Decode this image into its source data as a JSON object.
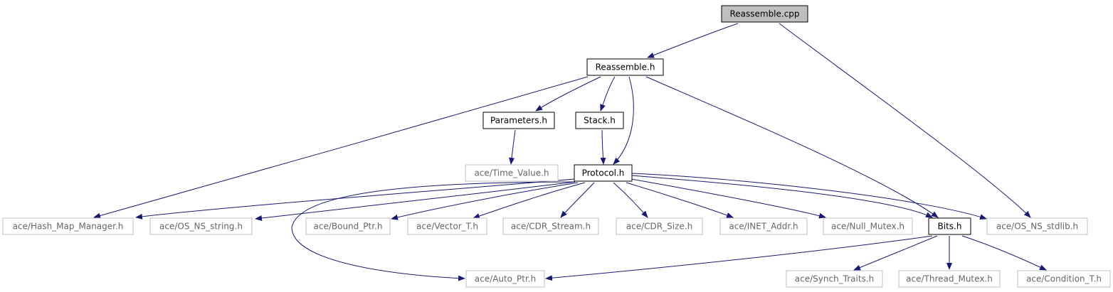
{
  "colors": {
    "edge": "#191970",
    "arrow": "#191970",
    "root_fill": "#bfbfbf",
    "project_border": "#000000",
    "system_border": "#bfbfbf",
    "system_text": "#666666",
    "project_text": "#000000"
  },
  "nodes": [
    {
      "id": "reassemble_cpp",
      "label": "Reassemble.cpp",
      "kind": "root"
    },
    {
      "id": "reassemble_h",
      "label": "Reassemble.h",
      "kind": "project"
    },
    {
      "id": "parameters_h",
      "label": "Parameters.h",
      "kind": "project"
    },
    {
      "id": "stack_h",
      "label": "Stack.h",
      "kind": "project"
    },
    {
      "id": "time_value_h",
      "label": "ace/Time_Value.h",
      "kind": "system"
    },
    {
      "id": "protocol_h",
      "label": "Protocol.h",
      "kind": "project"
    },
    {
      "id": "hash_map_manager_h",
      "label": "ace/Hash_Map_Manager.h",
      "kind": "system"
    },
    {
      "id": "os_ns_string_h",
      "label": "ace/OS_NS_string.h",
      "kind": "system"
    },
    {
      "id": "bound_ptr_h",
      "label": "ace/Bound_Ptr.h",
      "kind": "system"
    },
    {
      "id": "vector_t_h",
      "label": "ace/Vector_T.h",
      "kind": "system"
    },
    {
      "id": "cdr_stream_h",
      "label": "ace/CDR_Stream.h",
      "kind": "system"
    },
    {
      "id": "cdr_size_h",
      "label": "ace/CDR_Size.h",
      "kind": "system"
    },
    {
      "id": "inet_addr_h",
      "label": "ace/INET_Addr.h",
      "kind": "system"
    },
    {
      "id": "null_mutex_h",
      "label": "ace/Null_Mutex.h",
      "kind": "system"
    },
    {
      "id": "bits_h",
      "label": "Bits.h",
      "kind": "project"
    },
    {
      "id": "os_ns_stdlib_h",
      "label": "ace/OS_NS_stdlib.h",
      "kind": "system"
    },
    {
      "id": "auto_ptr_h",
      "label": "ace/Auto_Ptr.h",
      "kind": "system"
    },
    {
      "id": "synch_traits_h",
      "label": "ace/Synch_Traits.h",
      "kind": "system"
    },
    {
      "id": "thread_mutex_h",
      "label": "ace/Thread_Mutex.h",
      "kind": "system"
    },
    {
      "id": "condition_t_h",
      "label": "ace/Condition_T.h",
      "kind": "system"
    }
  ],
  "edges": [
    {
      "from": "reassemble_cpp",
      "to": "reassemble_h"
    },
    {
      "from": "reassemble_cpp",
      "to": "os_ns_stdlib_h"
    },
    {
      "from": "reassemble_h",
      "to": "parameters_h"
    },
    {
      "from": "reassemble_h",
      "to": "stack_h"
    },
    {
      "from": "reassemble_h",
      "to": "protocol_h"
    },
    {
      "from": "reassemble_h",
      "to": "hash_map_manager_h"
    },
    {
      "from": "reassemble_h",
      "to": "bits_h"
    },
    {
      "from": "parameters_h",
      "to": "time_value_h"
    },
    {
      "from": "stack_h",
      "to": "protocol_h"
    },
    {
      "from": "protocol_h",
      "to": "hash_map_manager_h"
    },
    {
      "from": "protocol_h",
      "to": "os_ns_string_h"
    },
    {
      "from": "protocol_h",
      "to": "bound_ptr_h"
    },
    {
      "from": "protocol_h",
      "to": "vector_t_h"
    },
    {
      "from": "protocol_h",
      "to": "cdr_stream_h"
    },
    {
      "from": "protocol_h",
      "to": "cdr_size_h"
    },
    {
      "from": "protocol_h",
      "to": "inet_addr_h"
    },
    {
      "from": "protocol_h",
      "to": "null_mutex_h"
    },
    {
      "from": "protocol_h",
      "to": "bits_h"
    },
    {
      "from": "protocol_h",
      "to": "os_ns_stdlib_h"
    },
    {
      "from": "protocol_h",
      "to": "auto_ptr_h"
    },
    {
      "from": "bits_h",
      "to": "auto_ptr_h"
    },
    {
      "from": "bits_h",
      "to": "synch_traits_h"
    },
    {
      "from": "bits_h",
      "to": "thread_mutex_h"
    },
    {
      "from": "bits_h",
      "to": "condition_t_h"
    }
  ]
}
